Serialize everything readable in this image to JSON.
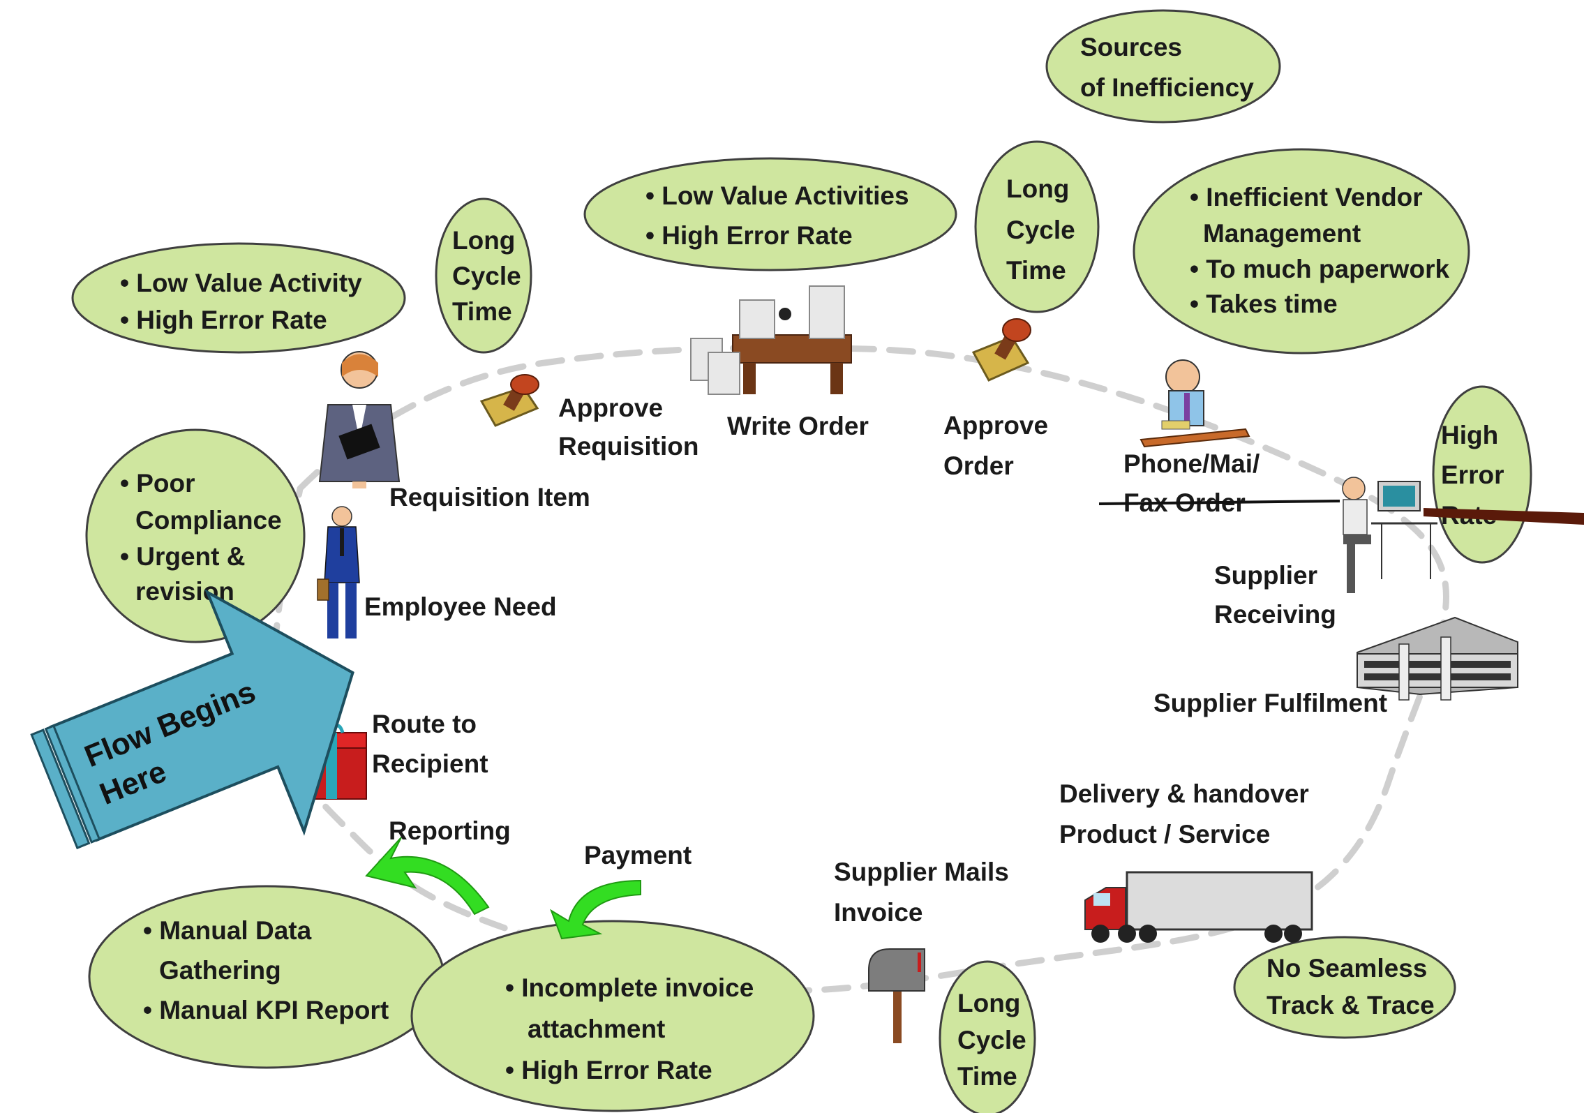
{
  "ovals": {
    "sources": [
      "Sources",
      "of Inefficiency"
    ],
    "low_value_activity": [
      "• Low Value Activity",
      "• High Error Rate"
    ],
    "long_cycle_1": [
      "Long",
      "Cycle",
      "Time"
    ],
    "low_value_activities": [
      "• Low Value Activities",
      "• High Error Rate"
    ],
    "long_cycle_2": [
      "Long",
      "Cycle",
      "Time"
    ],
    "vendor_mgmt": [
      "• Inefficient Vendor",
      "Management",
      "• To much paperwork",
      "• Takes time"
    ],
    "high_error": [
      "High",
      "Error",
      "Rate"
    ],
    "poor_compliance": [
      "• Poor",
      "Compliance",
      "• Urgent &",
      "revision"
    ],
    "manual_data": [
      "• Manual  Data",
      "Gathering",
      "• Manual KPI Report"
    ],
    "incomplete_invoice": [
      "• Incomplete invoice",
      "attachment",
      "• High Error Rate"
    ],
    "long_cycle_3": [
      "Long",
      "Cycle",
      "Time"
    ],
    "no_seamless": [
      "No Seamless",
      "Track & Trace"
    ]
  },
  "steps": {
    "approve_requisition": [
      "Approve",
      "Requisition"
    ],
    "write_order": [
      "Write Order"
    ],
    "approve_order": [
      "Approve",
      "Order"
    ],
    "phone_fax": [
      "Phone/Mai/",
      "Fax Order"
    ],
    "requisition_item": [
      "Requisition Item"
    ],
    "employee_need": [
      "Employee Need"
    ],
    "supplier_receiving": [
      "Supplier",
      "Receiving"
    ],
    "supplier_fulfilment": [
      "Supplier Fulfilment"
    ],
    "route_to_recipient": [
      "Route to",
      "Recipient"
    ],
    "reporting": [
      "Reporting"
    ],
    "payment": [
      "Payment"
    ],
    "supplier_mails_invoice": [
      "Supplier Mails",
      "Invoice"
    ],
    "delivery": [
      "Delivery & handover",
      " Product / Service"
    ]
  },
  "flow_arrow": [
    "Flow Begins",
    "Here"
  ],
  "colors": {
    "oval_fill": "#cfe69f",
    "oval_stroke": "#3f3f3f",
    "flow_arrow": "#5ab0c8",
    "green_arrow": "#33dd22",
    "dashed_path": "#cfcfcf"
  }
}
